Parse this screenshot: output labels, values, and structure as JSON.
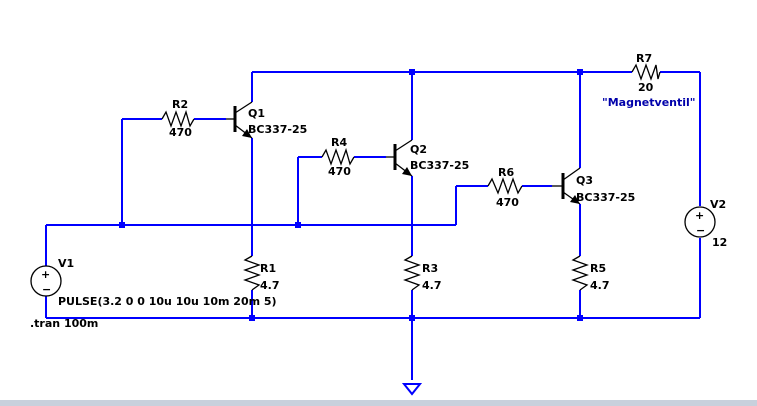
{
  "schematic": {
    "colors": {
      "wire": "#0000ff",
      "component": "#000000",
      "label": "#000000",
      "annotation": "#0000aa",
      "background": "#ffffff"
    },
    "components": {
      "R2": {
        "name": "R2",
        "value": "470"
      },
      "R4": {
        "name": "R4",
        "value": "470"
      },
      "R6": {
        "name": "R6",
        "value": "470"
      },
      "R7": {
        "name": "R7",
        "value": "20"
      },
      "R1": {
        "name": "R1",
        "value": "4.7"
      },
      "R3": {
        "name": "R3",
        "value": "4.7"
      },
      "R5": {
        "name": "R5",
        "value": "4.7"
      },
      "Q1": {
        "name": "Q1",
        "model": "BC337-25"
      },
      "Q2": {
        "name": "Q2",
        "model": "BC337-25"
      },
      "Q3": {
        "name": "Q3",
        "model": "BC337-25"
      },
      "V1": {
        "name": "V1",
        "value": "PULSE(3.2 0 0 10u 10u 10m 20m 5)"
      },
      "V2": {
        "name": "V2",
        "value": "12"
      }
    },
    "annotation": "\"Magnetventil\"",
    "directive": ".tran 100m"
  }
}
